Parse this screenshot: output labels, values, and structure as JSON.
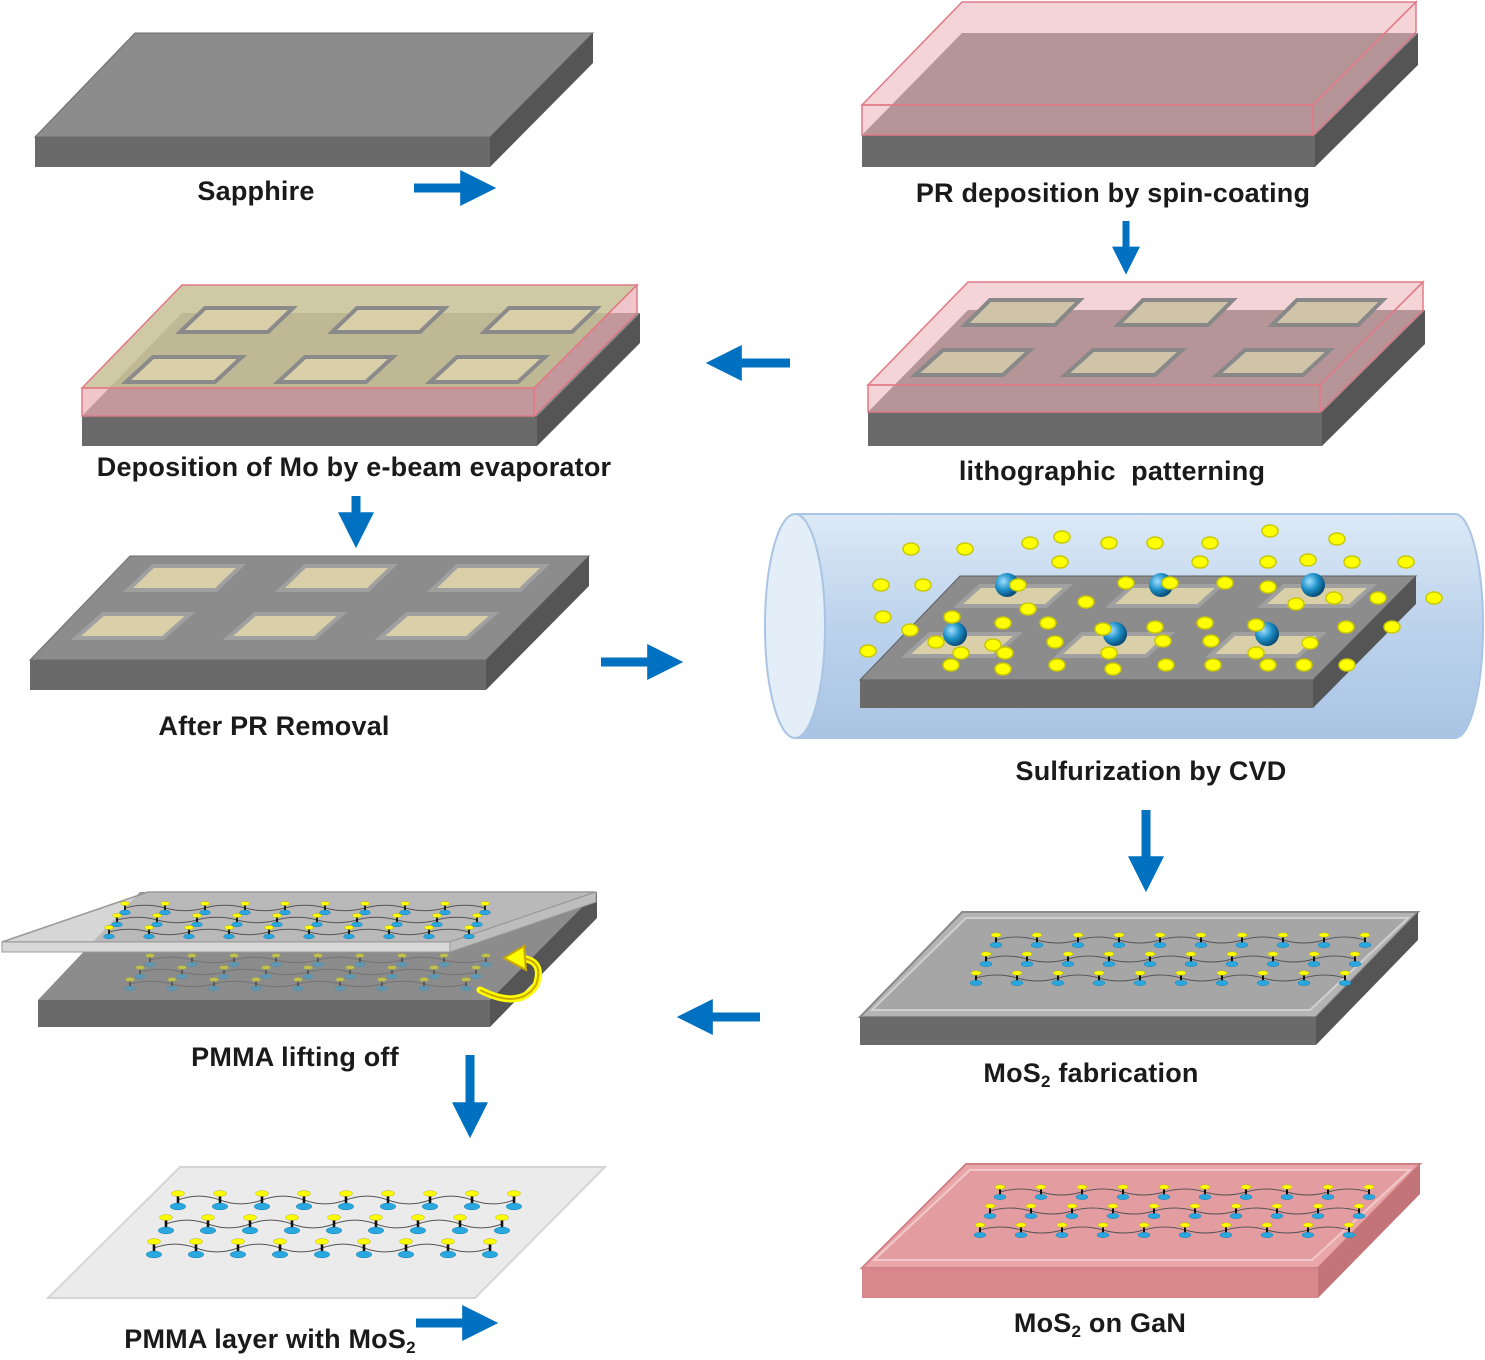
{
  "colors": {
    "arrow": "#0070c0",
    "substrate_top": "#8c8c8c",
    "substrate_side": "#666666",
    "photoresist": "#e8a0a8",
    "molybdenum": "#d9cfa8",
    "sulfur": "#ffff00",
    "mo_atom": "#1e90c8",
    "gan": "#e08c90",
    "cvd_tube": "#bcd3ec",
    "pmma": "#efefef"
  },
  "steps": [
    {
      "id": "sapphire",
      "label": "Sapphire",
      "icon": "substrate-slab"
    },
    {
      "id": "pr_deposition",
      "label": "PR deposition by spin-coating",
      "icon": "photoresist-layer"
    },
    {
      "id": "litho",
      "label": "lithographic  patterning",
      "icon": "patterned-photoresist"
    },
    {
      "id": "mo_deposition",
      "label": "Deposition of Mo by e-beam evaporator",
      "icon": "mo-pads-on-photoresist"
    },
    {
      "id": "pr_removal",
      "label": "After PR Removal",
      "icon": "mo-pads-on-sapphire"
    },
    {
      "id": "sulfurization",
      "label": "Sulfurization by CVD",
      "icon": "cvd-tube"
    },
    {
      "id": "mos2_fab",
      "label_main": "MoS",
      "label_sub": "2",
      "label_rest": " fabrication",
      "icon": "mos2-lattice-on-sapphire"
    },
    {
      "id": "pmma_lift",
      "label": "PMMA lifting off",
      "icon": "pmma-peel"
    },
    {
      "id": "pmma_layer",
      "label_main": "PMMA layer with MoS",
      "label_sub": "2",
      "label_rest": "",
      "icon": "pmma-sheet-with-mos2"
    },
    {
      "id": "mos2_gan",
      "label_main": "MoS",
      "label_sub": "2",
      "label_rest": " on GaN",
      "icon": "mos2-lattice-on-gan"
    }
  ]
}
